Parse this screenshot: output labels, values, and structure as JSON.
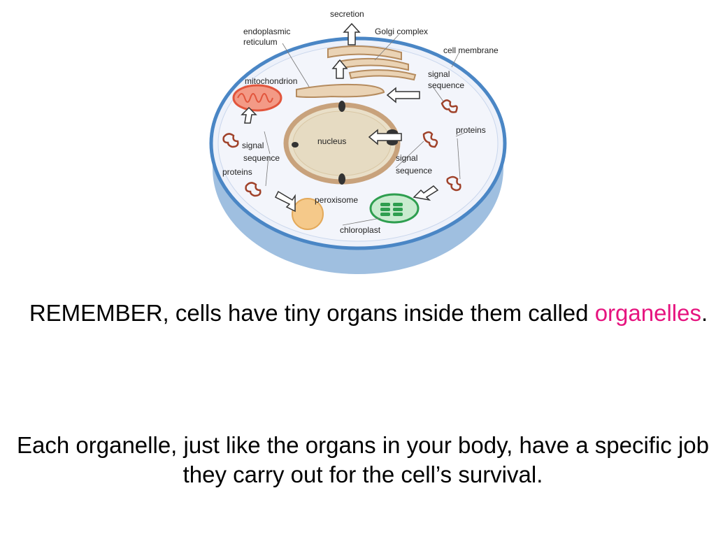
{
  "diagram": {
    "labels": {
      "secretion": "secretion",
      "golgi": "Golgi complex",
      "er_line1": "endoplasmic",
      "er_line2": "reticulum",
      "membrane": "cell membrane",
      "mito": "mitochondrion",
      "sig_right_top_1": "signal",
      "sig_right_top_2": "sequence",
      "proteins_right": "proteins",
      "nucleus": "nucleus",
      "sig_left_1": "signal",
      "sig_left_2": "sequence",
      "proteins_left": "proteins",
      "sig_right_bot_1": "signal",
      "sig_right_bot_2": "sequence",
      "peroxisome": "peroxisome",
      "chloroplast": "chloroplast"
    },
    "colors": {
      "cell_rim": "#4a86c5",
      "cytoplasm": "#edf1fa",
      "cell_side": "#9fbfe0",
      "golgi": "#c8a27c",
      "nucleus_envelope": "#c8a27c",
      "nucleus_fill": "#e9dfc8",
      "mitochondrion": "#e2553c",
      "peroxisome": "#f5c98a",
      "chloroplast": "#2e9e4f",
      "protein": "#a0422a"
    }
  },
  "text": {
    "p1_part1": "REMEMBER, cells have tiny organs inside them called ",
    "p1_highlight": "organelles",
    "p1_end": ".",
    "p2": "Each organelle, just like the organs in your body, have a specific job they carry out for the cell’s survival."
  }
}
